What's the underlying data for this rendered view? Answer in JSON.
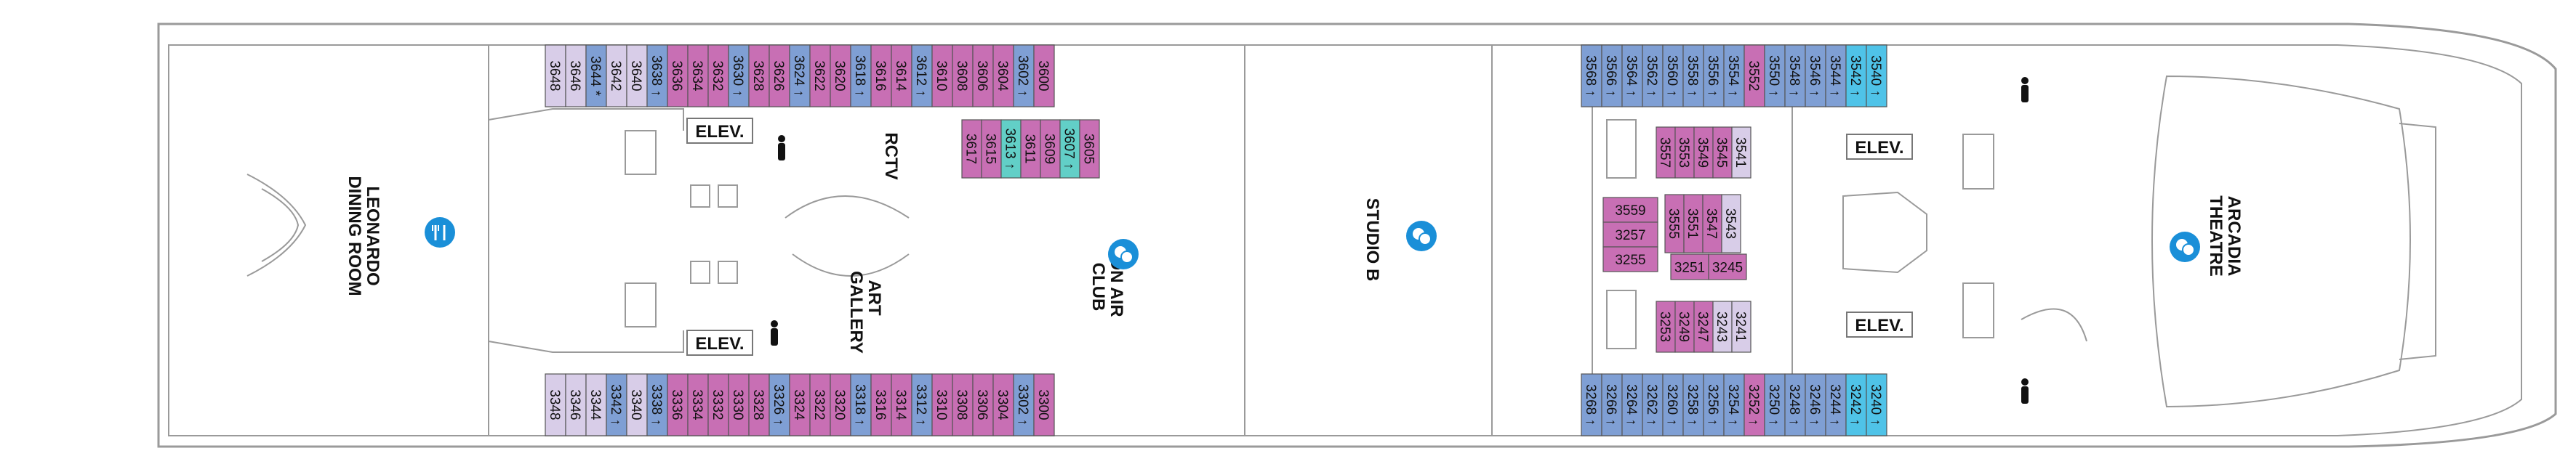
{
  "colors": {
    "purple": "#b9a7d6",
    "blue": "#7f9fd4",
    "cyan": "#4fc3e8",
    "magenta": "#c86fb4",
    "lavender": "#d8cde8",
    "teal": "#62cfc7",
    "hull_line": "#9a9a9a",
    "icon_blue": "#1a8fd8"
  },
  "venues": {
    "dining": [
      "LEONARDO",
      "DINING ROOM"
    ],
    "rctv": "RCTV",
    "art_gallery": [
      "ART",
      "GALLERY"
    ],
    "on_air_club": [
      "ON AIR",
      "CLUB"
    ],
    "studio_b": "STUDIO B",
    "arcadia": [
      "ARCADIA",
      "THEATRE"
    ]
  },
  "elevator_label": "ELEV.",
  "cabins": {
    "fwd_top": [
      "3648",
      "3646",
      "3644",
      "3642",
      "3640",
      "3638",
      "3636",
      "3634",
      "3632",
      "3630",
      "3628",
      "3626",
      "3624",
      "3622",
      "3620",
      "3618",
      "3616",
      "3614",
      "3612",
      "3610",
      "3608",
      "3606",
      "3604",
      "3602",
      "3600"
    ],
    "fwd_top_marks": [
      "",
      "",
      "*",
      "",
      "",
      "↑",
      "",
      "",
      "",
      "↑",
      "",
      "",
      "↑",
      "",
      "",
      "↑",
      "",
      "",
      "↑",
      "",
      "",
      "",
      "",
      "↑",
      ""
    ],
    "fwd_top_colors": [
      "lavender",
      "lavender",
      "blue",
      "lavender",
      "lavender",
      "blue",
      "magenta",
      "magenta",
      "magenta",
      "blue",
      "magenta",
      "magenta",
      "blue",
      "magenta",
      "magenta",
      "blue",
      "magenta",
      "magenta",
      "blue",
      "magenta",
      "magenta",
      "magenta",
      "magenta",
      "blue",
      "magenta"
    ],
    "fwd_inner": [
      "3617",
      "3615",
      "3613",
      "3611",
      "3609",
      "3607",
      "3605"
    ],
    "fwd_inner_marks": [
      "",
      "",
      "↑",
      "",
      "",
      "↑",
      ""
    ],
    "fwd_inner_colors": [
      "magenta",
      "magenta",
      "teal",
      "magenta",
      "magenta",
      "teal",
      "magenta"
    ],
    "fwd_bottom": [
      "3348",
      "3346",
      "3344",
      "3342",
      "3340",
      "3338",
      "3336",
      "3334",
      "3332",
      "3330",
      "3328",
      "3326",
      "3324",
      "3322",
      "3320",
      "3318",
      "3316",
      "3314",
      "3312",
      "3310",
      "3308",
      "3306",
      "3304",
      "3302",
      "3300"
    ],
    "fwd_bottom_marks": [
      "",
      "",
      "",
      "↑",
      "",
      "↑",
      "",
      "",
      "",
      "",
      "",
      "↑",
      "",
      "",
      "",
      "↑",
      "",
      "",
      "↑",
      "",
      "",
      "",
      "",
      "↑",
      ""
    ],
    "fwd_bottom_colors": [
      "lavender",
      "lavender",
      "lavender",
      "blue",
      "lavender",
      "blue",
      "magenta",
      "magenta",
      "magenta",
      "magenta",
      "magenta",
      "blue",
      "magenta",
      "magenta",
      "magenta",
      "blue",
      "magenta",
      "magenta",
      "blue",
      "magenta",
      "magenta",
      "magenta",
      "magenta",
      "blue",
      "magenta"
    ],
    "aft_top": [
      "3568",
      "3566",
      "3564",
      "3562",
      "3560",
      "3558",
      "3556",
      "3554",
      "3552",
      "3550",
      "3548",
      "3546",
      "3544",
      "3542",
      "3540"
    ],
    "aft_top_marks": [
      "↑",
      "↑",
      "↑",
      "↑",
      "↑",
      "↑",
      "↑",
      "↑",
      "",
      "↑",
      "↑",
      "↑",
      "↑",
      "↑",
      "↑"
    ],
    "aft_top_colors": [
      "blue",
      "blue",
      "blue",
      "blue",
      "blue",
      "blue",
      "blue",
      "blue",
      "magenta",
      "blue",
      "blue",
      "blue",
      "blue",
      "cyan",
      "cyan"
    ],
    "aft_bottom": [
      "3268",
      "3266",
      "3264",
      "3262",
      "3260",
      "3258",
      "3256",
      "3254",
      "3252",
      "3250",
      "3248",
      "3246",
      "3244",
      "3242",
      "3240"
    ],
    "aft_bottom_marks": [
      "↑",
      "↑",
      "↑",
      "↑",
      "↑",
      "↑",
      "↑",
      "↑",
      "↑",
      "↑",
      "↑",
      "↑",
      "↑",
      "↑",
      "↑"
    ],
    "aft_bottom_colors": [
      "blue",
      "blue",
      "blue",
      "blue",
      "blue",
      "blue",
      "blue",
      "blue",
      "magenta",
      "blue",
      "blue",
      "blue",
      "blue",
      "cyan",
      "cyan"
    ],
    "aft_inner_top": [
      "3557",
      "3553",
      "3549",
      "3545",
      "3541"
    ],
    "aft_inner_top_colors": [
      "magenta",
      "magenta",
      "magenta",
      "magenta",
      "lavender"
    ],
    "aft_inner_bottom": [
      "3253",
      "3249",
      "3247",
      "3243",
      "3241"
    ],
    "aft_inner_bottom_colors": [
      "magenta",
      "magenta",
      "magenta",
      "lavender",
      "lavender"
    ],
    "aft_center_left": [
      "3559",
      "3257",
      "3255"
    ],
    "aft_center_vert": [
      "3555",
      "3551",
      "3547",
      "3543"
    ],
    "aft_center_vert_colors": [
      "magenta",
      "magenta",
      "magenta",
      "lavender"
    ],
    "aft_center_bottom": [
      "3251",
      "3245"
    ]
  },
  "icons": [
    "dining-icon",
    "theatre-icon",
    "restroom-icon"
  ]
}
